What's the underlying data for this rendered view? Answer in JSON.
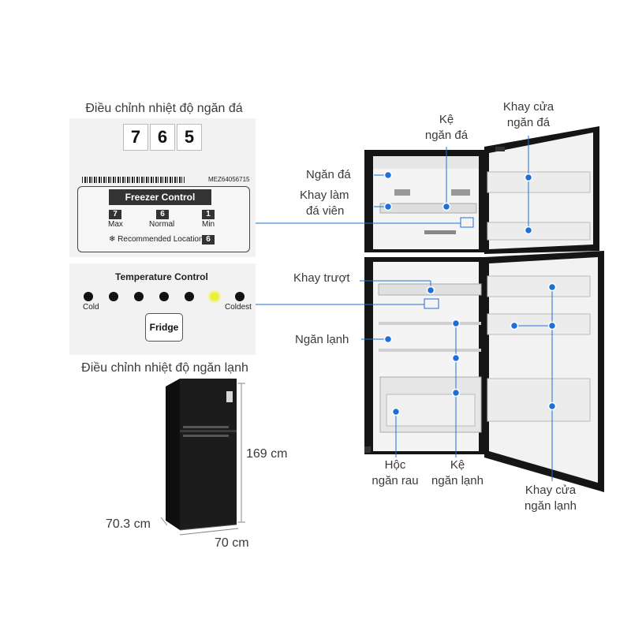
{
  "freezer_panel": {
    "title": "Điều chỉnh nhiệt độ ngăn đá",
    "dial_digits": [
      "7",
      "6",
      "5"
    ],
    "model_code": "MEZ64056715",
    "control_title": "Freezer Control",
    "settings": [
      {
        "num": "7",
        "label": "Max"
      },
      {
        "num": "6",
        "label": "Normal"
      },
      {
        "num": "1",
        "label": "Min"
      }
    ],
    "recommended_text": "❄ Recommended Location",
    "recommended_num": "6"
  },
  "fridge_panel": {
    "title": "Điều chỉnh nhiệt độ ngăn lạnh",
    "control_title": "Temperature Control",
    "cold_label": "Cold",
    "coldest_label": "Coldest",
    "button_label": "Fridge",
    "level_count": 7,
    "active_level": 6,
    "active_color": "#e8f23a"
  },
  "dimensions": {
    "height": "169 cm",
    "depth": "70.3 cm",
    "width": "70 cm"
  },
  "callouts": {
    "ngan_da": "Ngăn đá",
    "khay_lam_da_1": "Khay làm",
    "khay_lam_da_2": "đá viên",
    "ke_ngan_da_1": "Kệ",
    "ke_ngan_da_2": "ngăn đá",
    "khay_cua_ngan_da_1": "Khay cửa",
    "khay_cua_ngan_da_2": "ngăn đá",
    "khay_truot": "Khay trượt",
    "ngan_lanh": "Ngăn lạnh",
    "hoc_ngan_rau_1": "Hộc",
    "hoc_ngan_rau_2": "ngăn rau",
    "ke_ngan_lanh_1": "Kệ",
    "ke_ngan_lanh_2": "ngăn lạnh",
    "khay_cua_ngan_lanh_1": "Khay cửa",
    "khay_cua_ngan_lanh_2": "ngăn lạnh"
  },
  "colors": {
    "accent": "#1f6fd8",
    "fridge_body": "#141414"
  }
}
